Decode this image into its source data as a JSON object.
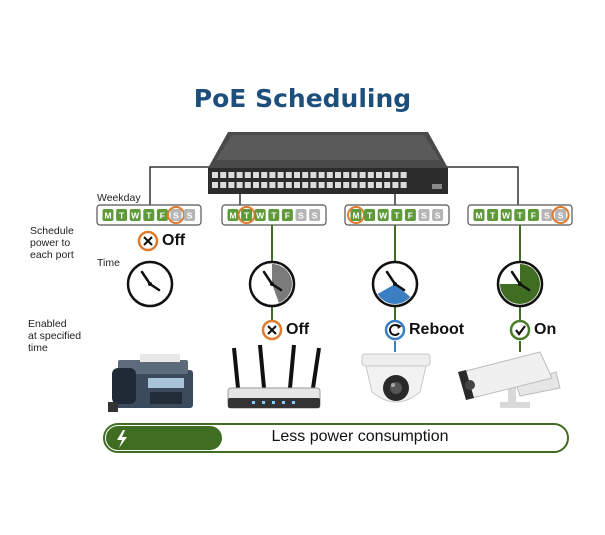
{
  "title": "PoE Scheduling",
  "labels": {
    "weekday": "Weekday",
    "schedule_line1": "Schedule",
    "schedule_line2": "power to",
    "schedule_line3": "each port",
    "time": "Time",
    "enabled_line1": "Enabled",
    "enabled_line2": "at specified",
    "enabled_line3": "time"
  },
  "day_letters": [
    "M",
    "T",
    "W",
    "T",
    "F",
    "S",
    "S"
  ],
  "ports": [
    {
      "device": "fax-phone",
      "status": "Off",
      "status_icon": "x-circle-icon",
      "circled_day": 5,
      "clock": "none",
      "status_color": "#e07a2e"
    },
    {
      "device": "router",
      "status": "Off",
      "status_icon": "x-circle-icon",
      "circled_day": 1,
      "clock": "gray",
      "status_color": "#e07a2e"
    },
    {
      "device": "dome-camera",
      "status": "Reboot",
      "status_icon": "refresh-icon",
      "circled_day": 0,
      "clock": "blue",
      "status_color": "#3a7fc2"
    },
    {
      "device": "bullet-camera",
      "status": "On",
      "status_icon": "check-circle-icon",
      "circled_day": 6,
      "clock": "green",
      "status_color": "#4a7a2c"
    }
  ],
  "footer": {
    "text": "Less power consumption",
    "icon": "lightning-icon"
  },
  "colors": {
    "title": "#1d4f7c",
    "green": "#3f6e22",
    "orange": "#e07a2e",
    "blue": "#3a7fc2",
    "gray": "#7a7a7a"
  }
}
